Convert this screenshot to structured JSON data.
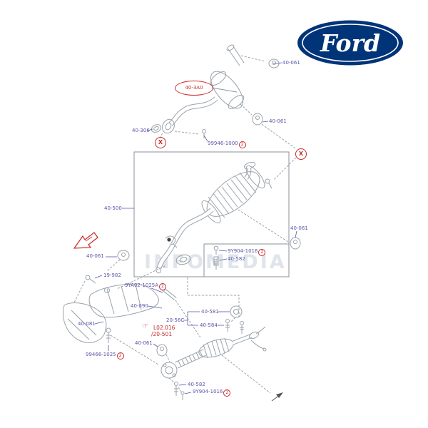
{
  "brand": {
    "name": "Ford"
  },
  "watermark": {
    "text": "INFOMEDIA"
  },
  "colors": {
    "label_blue": "#5a55a8",
    "marker_red": "#c92a2a",
    "line_gray": "#9aa3ab",
    "ford_navy": "#003478",
    "watermark_gray": "#96a8b9"
  },
  "icons": {
    "pointer_hand": "☞",
    "front_direction_arrow": "fr-arrow",
    "ford_oval": "ford-logo"
  },
  "labels": {
    "hanger": "40-061",
    "rear_muffler": "40-3A0",
    "front_gasket": "40-306",
    "washer": "99946-1000",
    "middle_silencer": "40-500",
    "bolt_9y904": "9Y904-1016",
    "spring_40582": "40-582",
    "bracket_bolt": "19-982",
    "oxygen_sensor": "9YA02-1025A",
    "converter": "40-090",
    "insulator": "40-081",
    "stud_99466": "99466-1025",
    "ref_group": "20-56C",
    "nut_40581": "40-581",
    "stud_40584": "40-584",
    "footnote_code": "L02.016",
    "footnote_page": "/20-501",
    "qty2": "2",
    "marker_x": "X"
  }
}
